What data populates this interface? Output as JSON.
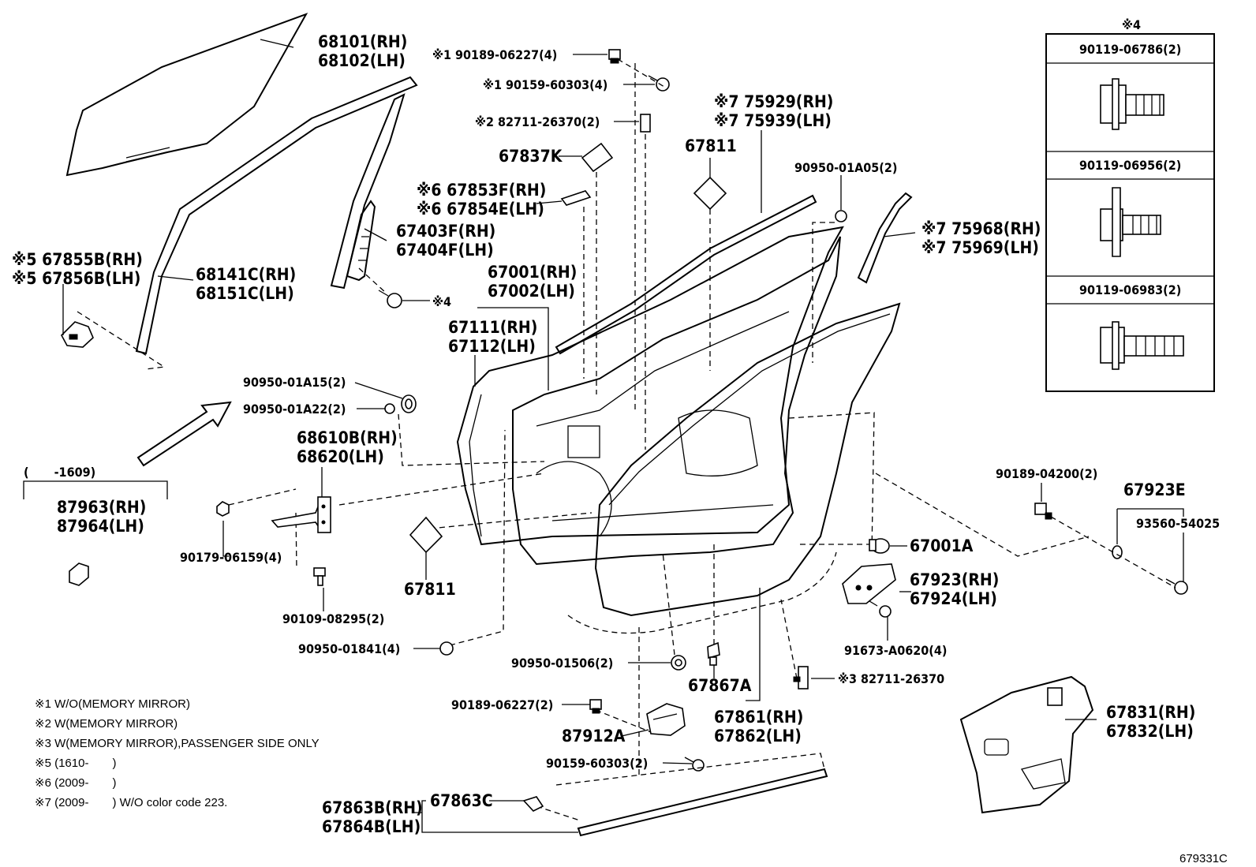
{
  "diagram": {
    "drawing_code": "679331C",
    "callouts": [
      {
        "id": "glass",
        "lines": [
          "68101(RH)",
          "68102(LH)"
        ]
      },
      {
        "id": "run-channel",
        "lines": [
          "68141C(RH)",
          "68151C(LH)"
        ]
      },
      {
        "id": "clip-5",
        "lines": [
          "※5 67855B(RH)",
          "※5 67856B(LH)"
        ]
      },
      {
        "id": "rear-sash",
        "lines": [
          "67403F(RH)",
          "67404F(LH)"
        ]
      },
      {
        "id": "bolt-4",
        "lines": [
          "※4"
        ]
      },
      {
        "id": "screw-1a",
        "lines": [
          "※1 90189-06227(4)"
        ]
      },
      {
        "id": "screw-1b",
        "lines": [
          "※1 90159-60303(4)"
        ]
      },
      {
        "id": "bracket-2",
        "lines": [
          "※2 82711-26370(2)"
        ]
      },
      {
        "id": "pad-k",
        "lines": [
          "67837K"
        ]
      },
      {
        "id": "pad-6",
        "lines": [
          "※6 67853F(RH)",
          "※6 67854E(LH)"
        ]
      },
      {
        "id": "door-panel",
        "lines": [
          "67001(RH)",
          "67002(LH)"
        ]
      },
      {
        "id": "outer-panel",
        "lines": [
          "67111(RH)",
          "67112(LH)"
        ]
      },
      {
        "id": "pad-top",
        "lines": [
          "67811"
        ]
      },
      {
        "id": "belt-moulding",
        "lines": [
          "※7 75929(RH)",
          "※7 75939(LH)"
        ]
      },
      {
        "id": "plug-a05",
        "lines": [
          "90950-01A05(2)"
        ]
      },
      {
        "id": "moulding-7",
        "lines": [
          "※7 75968(RH)",
          "※7 75969(LH)"
        ]
      },
      {
        "id": "plug-a15",
        "lines": [
          "90950-01A15(2)"
        ]
      },
      {
        "id": "plug-a22",
        "lines": [
          "90950-01A22(2)"
        ]
      },
      {
        "id": "checker",
        "lines": [
          "68610B(RH)",
          "68620(LH)"
        ]
      },
      {
        "id": "label-range",
        "lines": [
          "(　　-1609)"
        ]
      },
      {
        "id": "label",
        "lines": [
          "87963(RH)",
          "87964(LH)"
        ]
      },
      {
        "id": "nut",
        "lines": [
          "90179-06159(4)"
        ]
      },
      {
        "id": "bolt-checker",
        "lines": [
          "90109-08295(2)"
        ]
      },
      {
        "id": "pad-bottom",
        "lines": [
          "67811"
        ]
      },
      {
        "id": "plug-841",
        "lines": [
          "90950-01841(4)"
        ]
      },
      {
        "id": "plug-506",
        "lines": [
          "90950-01506(2)"
        ]
      },
      {
        "id": "screw-bottom",
        "lines": [
          "90189-06227(2)"
        ]
      },
      {
        "id": "cover",
        "lines": [
          "87912A"
        ]
      },
      {
        "id": "screw-cover",
        "lines": [
          "90159-60303(2)"
        ]
      },
      {
        "id": "clip-867",
        "lines": [
          "67867A"
        ]
      },
      {
        "id": "weatherstrip",
        "lines": [
          "67861(RH)",
          "67862(LH)"
        ]
      },
      {
        "id": "bracket-3",
        "lines": [
          "※3 82711-26370"
        ]
      },
      {
        "id": "plug-door",
        "lines": [
          "67001A"
        ]
      },
      {
        "id": "screw-04200",
        "lines": [
          "90189-04200(2)"
        ]
      },
      {
        "id": "kit",
        "lines": [
          "67923E"
        ]
      },
      {
        "id": "washer",
        "lines": [
          "93560-54025"
        ]
      },
      {
        "id": "hinge-cover",
        "lines": [
          "67923(RH)",
          "67924(LH)"
        ]
      },
      {
        "id": "screw-a0620",
        "lines": [
          "91673-A0620(4)"
        ]
      },
      {
        "id": "service-hole-cover",
        "lines": [
          "67831(RH)",
          "67832(LH)"
        ]
      },
      {
        "id": "moulding-c",
        "lines": [
          "67863C"
        ]
      },
      {
        "id": "lower-moulding",
        "lines": [
          "67863B(RH)",
          "67864B(LH)"
        ]
      }
    ],
    "bolt_table": {
      "header": "※4",
      "rows": [
        "90119-06786(2)",
        "90119-06956(2)",
        "90119-06983(2)"
      ]
    },
    "notes": [
      "※1 W/O(MEMORY MIRROR)",
      "※2 W(MEMORY MIRROR)",
      "※3 W(MEMORY MIRROR),PASSENGER SIDE ONLY",
      "※5 (1610-　　)",
      "※6 (2009-　　)",
      "※7 (2009-　　) W/O color code 223."
    ]
  }
}
